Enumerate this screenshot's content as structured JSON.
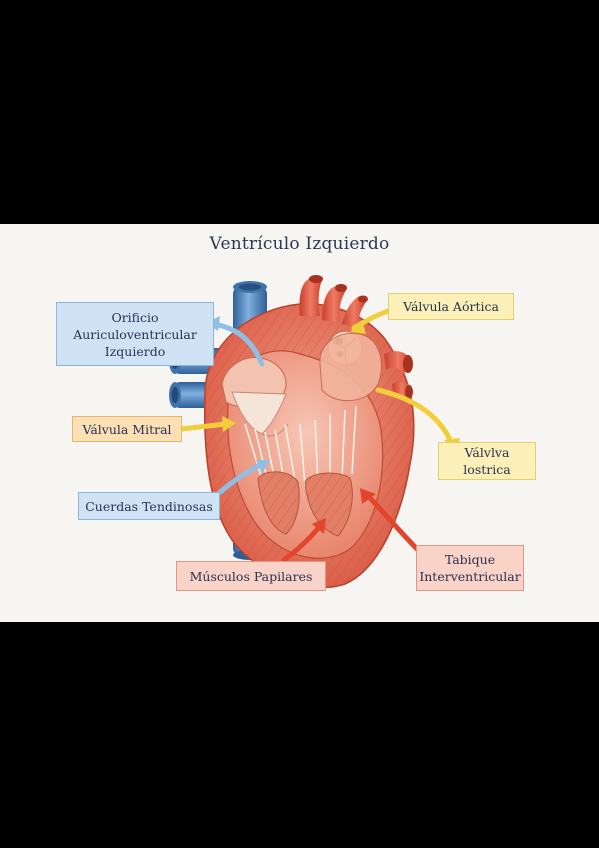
{
  "title": "Ventrículo Izquierdo",
  "labels": {
    "orificio": [
      "Orificio",
      "Auriculoventricular",
      "Izquierdo"
    ],
    "valvula_aortica": "Válvula Aórtica",
    "valvula_mitral": "Válvula Mitral",
    "valvula_iostrica": "Válvlva lostrica",
    "cuerdas_tendinosas": "Cuerdas Tendinosas",
    "musculos_papilares": "Músculos Papilares",
    "tabique": [
      "Tabique",
      "Interventricular"
    ]
  },
  "colors": {
    "background": "#f6f5f1",
    "letterbox": "#000000",
    "title_text": "#2c3656",
    "label_blue": "#cfe3f5",
    "label_yellow": "#fbf0b8",
    "label_orange": "#fbe0b6",
    "label_red": "#f9d2c8",
    "arrow_blue": "#8fbfe6",
    "arrow_yellow": "#f2cf3a",
    "arrow_red": "#e3452c",
    "myocardium": "#e2705b",
    "vessel_blue": "#4f86bd"
  }
}
